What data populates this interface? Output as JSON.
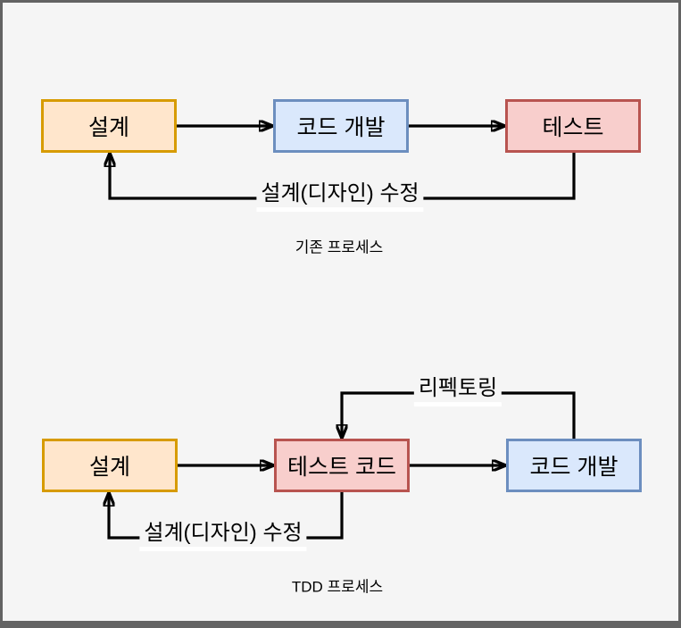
{
  "frame": {
    "background": "#f5f5f5",
    "border_color": "#636363"
  },
  "colors": {
    "orange_fill": "#ffe6cc",
    "orange_stroke": "#d79b00",
    "blue_fill": "#dae8fc",
    "blue_stroke": "#6c8ebf",
    "red_fill": "#f8cecc",
    "red_stroke": "#b85450",
    "arrow": "#000000",
    "text": "#000000"
  },
  "top_process": {
    "caption": "기존 프로세스",
    "nodes": [
      {
        "label": "설계",
        "color": "orange"
      },
      {
        "label": "코드 개발",
        "color": "blue"
      },
      {
        "label": "테스트",
        "color": "red"
      }
    ],
    "feedback_label": "설계(디자인) 수정"
  },
  "bottom_process": {
    "caption": "TDD 프로세스",
    "nodes": [
      {
        "label": "설계",
        "color": "orange"
      },
      {
        "label": "테스트 코드",
        "color": "red"
      },
      {
        "label": "코드 개발",
        "color": "blue"
      }
    ],
    "feedback_label": "설계(디자인) 수정",
    "refactor_label": "리펙토링"
  }
}
